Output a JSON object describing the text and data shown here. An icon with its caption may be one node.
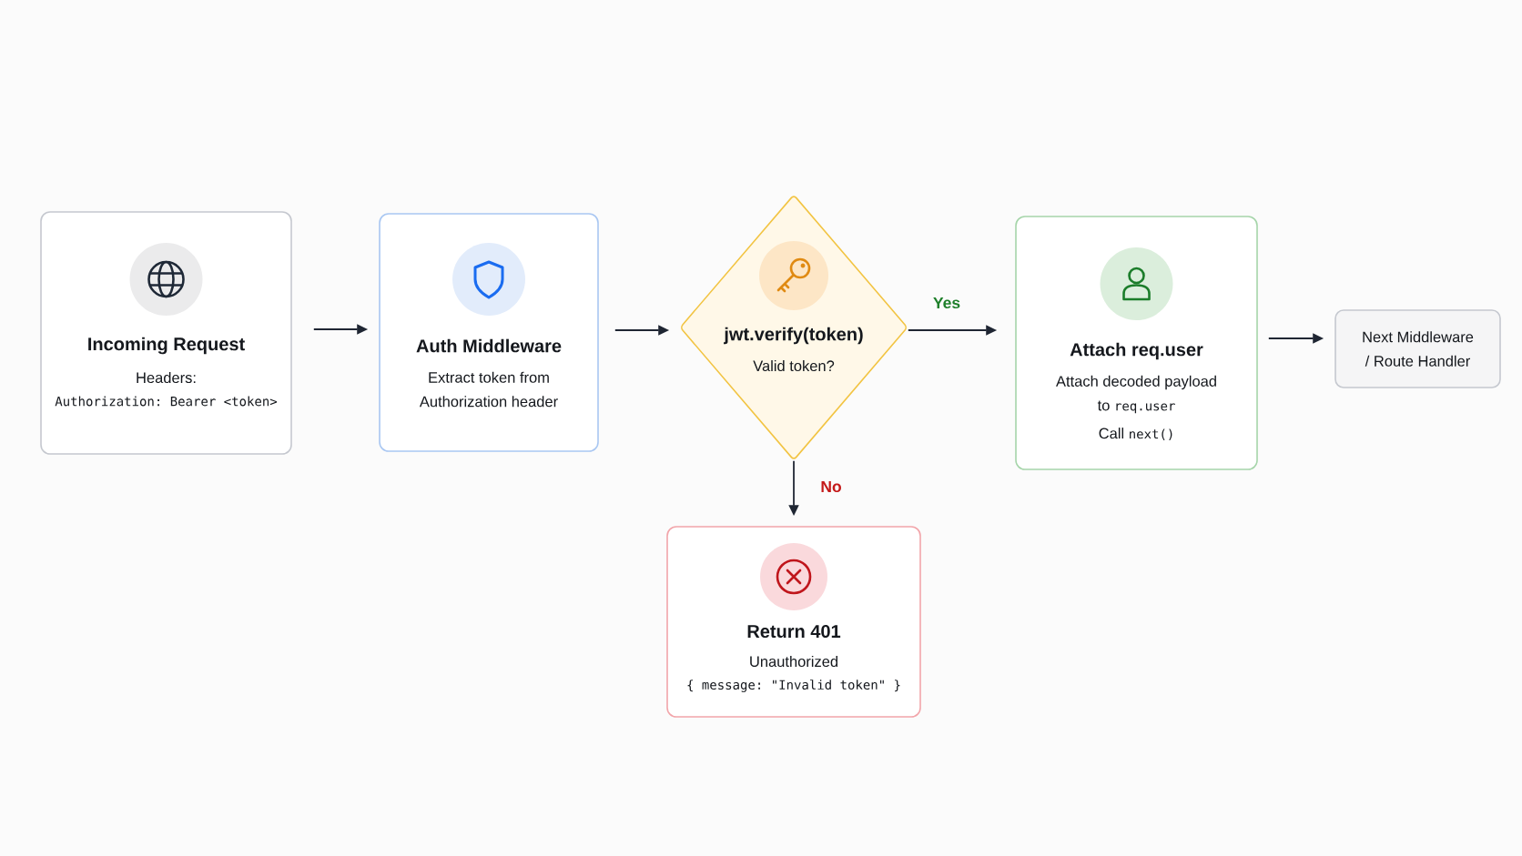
{
  "diagram": {
    "nodes": [
      {
        "text": [
          "Incoming Request",
          "Headers:",
          "Authorization: Bearer <token>"
        ]
      },
      {
        "text": [
          "Auth Middleware",
          "Extract token from Authorization header"
        ]
      },
      {
        "text": [
          "jwt.verify(token)",
          "Valid token?"
        ]
      },
      {
        "text": [
          "Attach req.user",
          "Attach decoded payload to req.user",
          "Call next()"
        ]
      },
      {
        "text": [
          "Next Middleware / Route Handler"
        ]
      },
      {
        "text": [
          "Return 401",
          "Unauthorized",
          "{ message: \"Invalid token\" }"
        ]
      }
    ],
    "edges": [
      {
        "from": 0,
        "to": 1,
        "arrow": "to"
      },
      {
        "from": 1,
        "to": 2,
        "arrow": "to"
      },
      {
        "from": 2,
        "to": 3,
        "arrow": "to",
        "label": "Yes"
      },
      {
        "from": 3,
        "to": 4,
        "arrow": "to"
      },
      {
        "from": 2,
        "to": 5,
        "arrow": "to",
        "label": "No"
      }
    ]
  }
}
